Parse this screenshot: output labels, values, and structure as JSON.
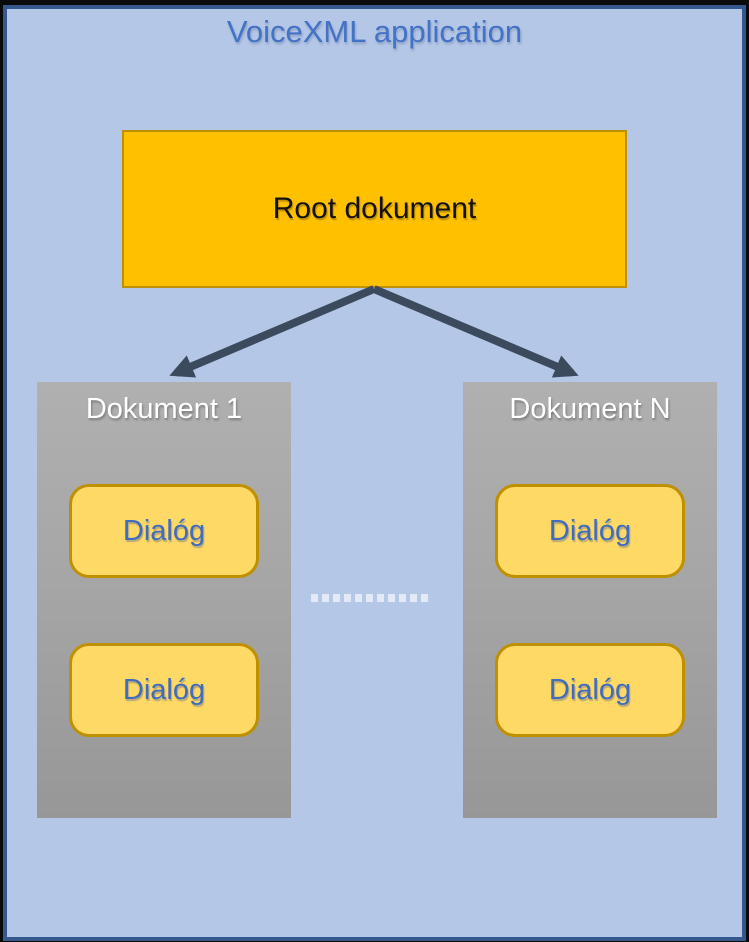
{
  "slide": {
    "title": "VoiceXML application"
  },
  "root_box": {
    "label": "Root dokument"
  },
  "documents": [
    {
      "title": "Dokument 1",
      "dialogs": [
        "Dialóg",
        "Dialóg"
      ]
    },
    {
      "title": "Dokument N",
      "dialogs": [
        "Dialóg",
        "Dialóg"
      ]
    }
  ],
  "colors": {
    "slide_background": "#B4C7E7",
    "slide_border": "#35598F",
    "title_text": "#4472C4",
    "root_fill": "#FFC000",
    "root_border": "#BF9000",
    "panel_gray": "#A6A6A6",
    "dialog_fill": "#FFD966",
    "dialog_border": "#BF9000",
    "dialog_text": "#3E6CBE",
    "arrow": "#3B4A5C",
    "ellipsis_dot": "#E3E9F6"
  }
}
